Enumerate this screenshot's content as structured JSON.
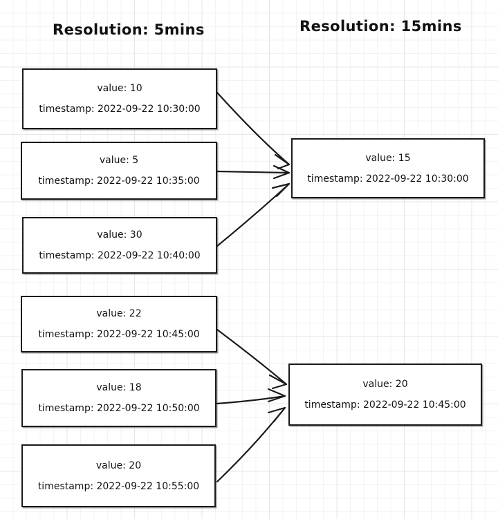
{
  "diagram": {
    "type": "aggregation-flow",
    "background": "graph-paper",
    "style": "hand-drawn",
    "colors": {
      "ink": "#1a1a1a",
      "grid_minor": "#f1f3f5",
      "grid_major": "#e3e6ea",
      "paper": "#ffffff"
    },
    "columns": {
      "left": {
        "title": "Resolution: 5mins"
      },
      "right": {
        "title": "Resolution: 15mins"
      }
    },
    "source_nodes": [
      {
        "id": "l0",
        "value_label": "value: 10",
        "timestamp_label": "timestamp: 2022-09-22 10:30:00",
        "value": 10,
        "timestamp": "2022-09-22 10:30:00"
      },
      {
        "id": "l1",
        "value_label": "value: 5",
        "timestamp_label": "timestamp: 2022-09-22 10:35:00",
        "value": 5,
        "timestamp": "2022-09-22 10:35:00"
      },
      {
        "id": "l2",
        "value_label": "value: 30",
        "timestamp_label": "timestamp: 2022-09-22 10:40:00",
        "value": 30,
        "timestamp": "2022-09-22 10:40:00"
      },
      {
        "id": "l3",
        "value_label": "value: 22",
        "timestamp_label": "timestamp: 2022-09-22 10:45:00",
        "value": 22,
        "timestamp": "2022-09-22 10:45:00"
      },
      {
        "id": "l4",
        "value_label": "value: 18",
        "timestamp_label": "timestamp: 2022-09-22 10:50:00",
        "value": 18,
        "timestamp": "2022-09-22 10:50:00"
      },
      {
        "id": "l5",
        "value_label": "value: 20",
        "timestamp_label": "timestamp: 2022-09-22 10:55:00",
        "value": 20,
        "timestamp": "2022-09-22 10:55:00"
      }
    ],
    "target_nodes": [
      {
        "id": "r0",
        "value_label": "value: 15",
        "timestamp_label": "timestamp: 2022-09-22 10:30:00",
        "value": 15,
        "timestamp": "2022-09-22 10:30:00"
      },
      {
        "id": "r1",
        "value_label": "value: 20",
        "timestamp_label": "timestamp: 2022-09-22 10:45:00",
        "value": 20,
        "timestamp": "2022-09-22 10:45:00"
      }
    ],
    "edges": [
      {
        "from": "l0",
        "to": "r0"
      },
      {
        "from": "l1",
        "to": "r0"
      },
      {
        "from": "l2",
        "to": "r0"
      },
      {
        "from": "l3",
        "to": "r1"
      },
      {
        "from": "l4",
        "to": "r1"
      },
      {
        "from": "l5",
        "to": "r1"
      }
    ]
  }
}
